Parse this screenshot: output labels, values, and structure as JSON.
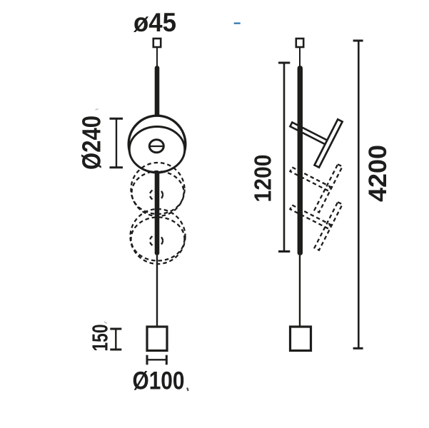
{
  "colors": {
    "background": "#ffffff",
    "ink": "#1d1d1b",
    "artifact_blue": "#2f78b3"
  },
  "front_view": {
    "labels": {
      "canopy_diameter": "ø45",
      "disc_diameter": "Ø240",
      "counterweight_height": "150",
      "counterweight_diameter": "Ø100"
    }
  },
  "side_view": {
    "labels": {
      "rod_length": "1200",
      "overall_drop": "4200"
    }
  }
}
